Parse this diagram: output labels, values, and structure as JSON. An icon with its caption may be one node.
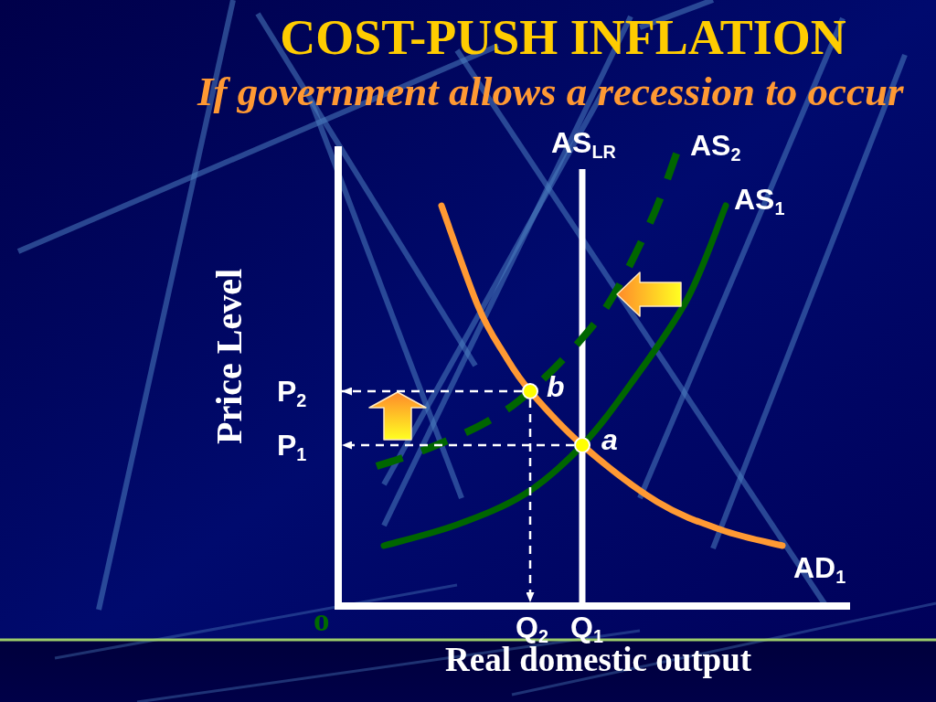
{
  "diagram": {
    "title": "COST-PUSH INFLATION",
    "nodes": [
      {
        "text": [
          "P$_{2}$"
        ]
      },
      {
        "text": [],
        "shape": "circle",
        "beside": [
          "b"
        ]
      },
      {
        "text": [
          "P$_{1}$"
        ]
      },
      {
        "text": [],
        "shape": "circle",
        "beside": [
          "a"
        ]
      },
      {
        "text": [
          "Q$_{2}$"
        ]
      }
    ],
    "edges": [
      {
        "from": 1,
        "to": 0,
        "arrow": "to",
        "style": "dashed"
      },
      {
        "from": 3,
        "to": 2,
        "arrow": "to",
        "style": "dashed"
      },
      {
        "from": 1,
        "to": 4,
        "arrow": "to",
        "style": "dashed"
      }
    ],
    "labels": [
      "If government allows a recession to occur",
      "AS$_{LR}$",
      "AS$_{2}$",
      "AS$_{1}$",
      "Price Level",
      "AD$_{1}$",
      "o",
      "Q$_{1}$",
      "Real domestic output"
    ]
  }
}
